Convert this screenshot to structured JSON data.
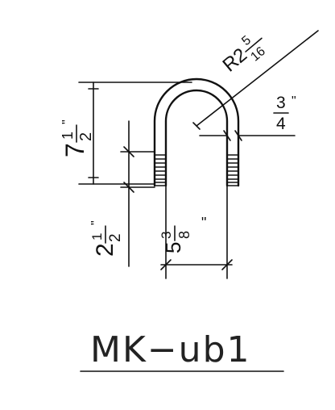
{
  "drawing": {
    "title": "MK−ub1",
    "dimensions": {
      "radius": {
        "prefix": "R",
        "whole": "2",
        "num": "5",
        "den": "16"
      },
      "leg_height": {
        "whole": "7",
        "num": "1",
        "den": "2",
        "unit": "\""
      },
      "thread_length": {
        "whole": "2",
        "num": "1",
        "den": "2",
        "unit": "\""
      },
      "inside_width": {
        "whole": "5",
        "num": "3",
        "den": "8",
        "unit": "\""
      },
      "rod_diameter": {
        "num": "3",
        "den": "4",
        "unit": "\""
      }
    }
  }
}
